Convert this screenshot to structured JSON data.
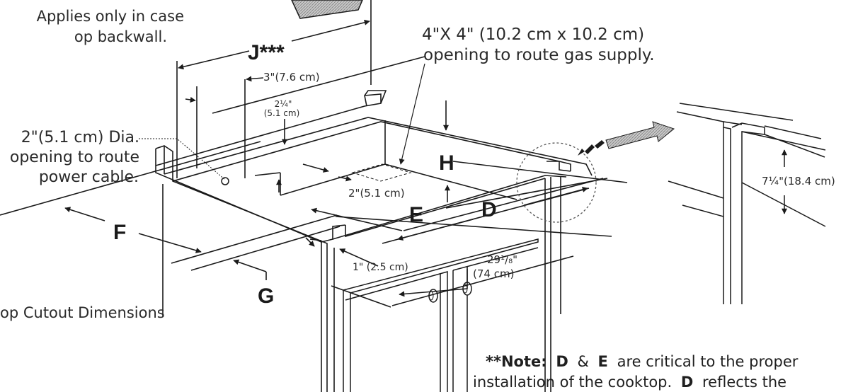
{
  "labels": {
    "applies_line1": "Applies only in case",
    "applies_line2": "op backwall.",
    "opening_line1": "4\"X 4\" (10.2 cm x 10.2 cm)",
    "opening_line2": "opening to route gas supply.",
    "dia_line1": "2\"(5.1 cm) Dia.",
    "dia_line2": "opening to route",
    "dia_line3": "power cable.",
    "cutout_title": "op Cutout Dimensions"
  },
  "dimensions": {
    "J": "J***",
    "H": "H",
    "E": "E",
    "D": "D",
    "F": "F",
    "G": "G",
    "d3in": "3\"(7.6 cm)",
    "d2_25in": "2¼\"",
    "d2_25cm": "(5.1 cm)",
    "d2in": "2\"(5.1 cm)",
    "d1in": "1\" (2.5 cm)",
    "d29in": "29¹/₈\"",
    "d29cm": "(74 cm)",
    "d7in": "7¼\"(18.4 cm)"
  },
  "note": {
    "prefix": "**Note:",
    "D": "D",
    "amp": "&",
    "E": "E",
    "rest1": "are critical to the proper",
    "line2": "installation of the cooktop.",
    "D2": "D",
    "rest2": "reflects the"
  }
}
